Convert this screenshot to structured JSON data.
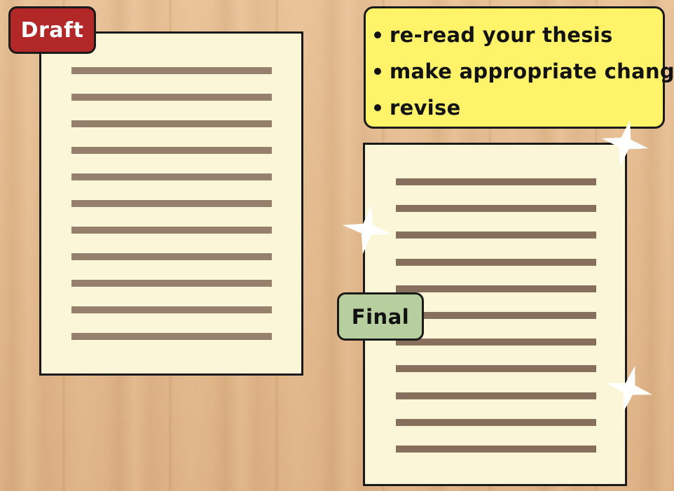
{
  "draft": {
    "label": "Draft",
    "color": "#b22727",
    "line_count": 11
  },
  "final": {
    "label": "Final",
    "color": "#b7cf9f",
    "line_count": 11
  },
  "note": {
    "color": "#fef369",
    "items": [
      "re-read your thesis",
      "make appropriate changes",
      "revise"
    ]
  },
  "sparkles": [
    "sparkle-icon",
    "sparkle-icon",
    "sparkle-icon"
  ]
}
